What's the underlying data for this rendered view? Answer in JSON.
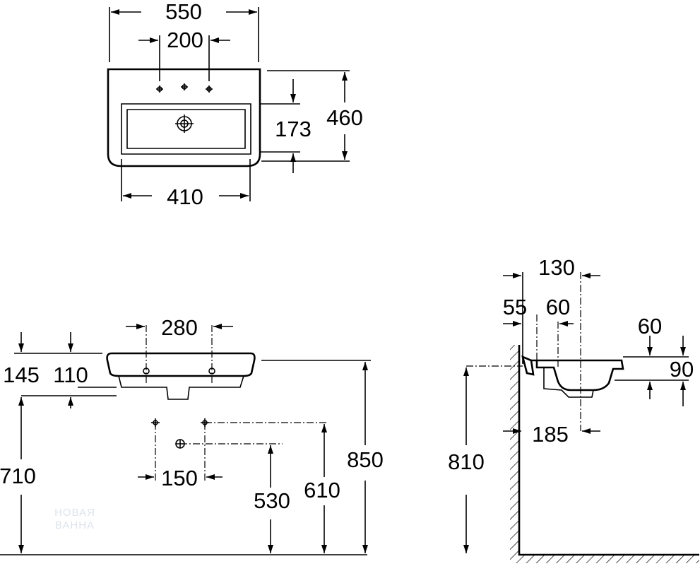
{
  "watermark": {
    "line1": "НОВАЯ",
    "line2": "ВАННА"
  },
  "top_view": {
    "width": "550",
    "tap_spacing": "200",
    "bowl_width": "410",
    "bowl_depth": "173",
    "depth": "460"
  },
  "front_view": {
    "tap_spacing": "280",
    "height_a": "145",
    "height_b": "110",
    "floor_to_underside": "710",
    "floor_to_rim": "850",
    "pipe_height_high": "610",
    "pipe_height_low": "530",
    "pipe_spacing": "150"
  },
  "side_view": {
    "projection_a": "130",
    "offset_a": "55",
    "offset_b": "60",
    "rim_depth": "60",
    "bowl_height": "90",
    "projection_b": "185",
    "floor_to_top": "810"
  }
}
